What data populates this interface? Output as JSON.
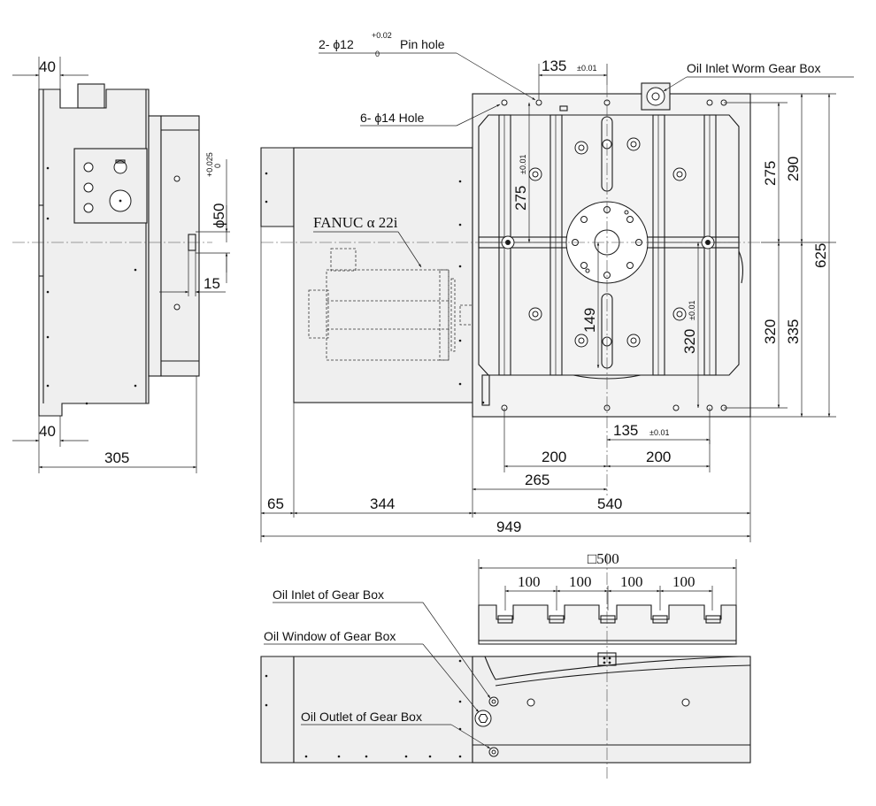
{
  "callouts": {
    "pin_hole": "2- ϕ12",
    "pin_tol_upper": "+0.02",
    "pin_tol_lower": "0",
    "pin_suffix": "Pin hole",
    "hole_6": "6- ϕ14 Hole",
    "oil_inlet_worm": "Oil Inlet Worm Gear Box",
    "motor": "FANUC α 22i",
    "oil_inlet_gear": "Oil Inlet of Gear Box",
    "oil_window_gear": "Oil Window of Gear Box",
    "oil_outlet_gear": "Oil Outlet of Gear Box"
  },
  "side_view": {
    "dim_top": "40",
    "dim_bottom": "40",
    "dim_width": "305",
    "dim_dia": "ϕ50",
    "dia_tol_upper": "+0.025",
    "dia_tol_lower": "0",
    "dim_15": "15"
  },
  "top_view": {
    "dim_135_top": "135",
    "tol_135_top": "±0.01",
    "dim_275_v": "275",
    "tol_275_v": "±0.01",
    "dim_149": "149",
    "dim_320_v": "320",
    "tol_320_v": "±0.01",
    "dim_275_r": "275",
    "dim_290_r": "290",
    "dim_625_r": "625",
    "dim_320_r": "320",
    "dim_335_r": "335",
    "dim_135_bottom": "135",
    "tol_135_bottom": "±0.01",
    "dim_200_left": "200",
    "dim_200_right": "200",
    "dim_265": "265",
    "dim_65": "65",
    "dim_344": "344",
    "dim_540": "540",
    "dim_949": "949"
  },
  "front_view": {
    "dim_square": "□500",
    "dim_100_a": "100",
    "dim_100_b": "100",
    "dim_100_c": "100",
    "dim_100_d": "100"
  }
}
